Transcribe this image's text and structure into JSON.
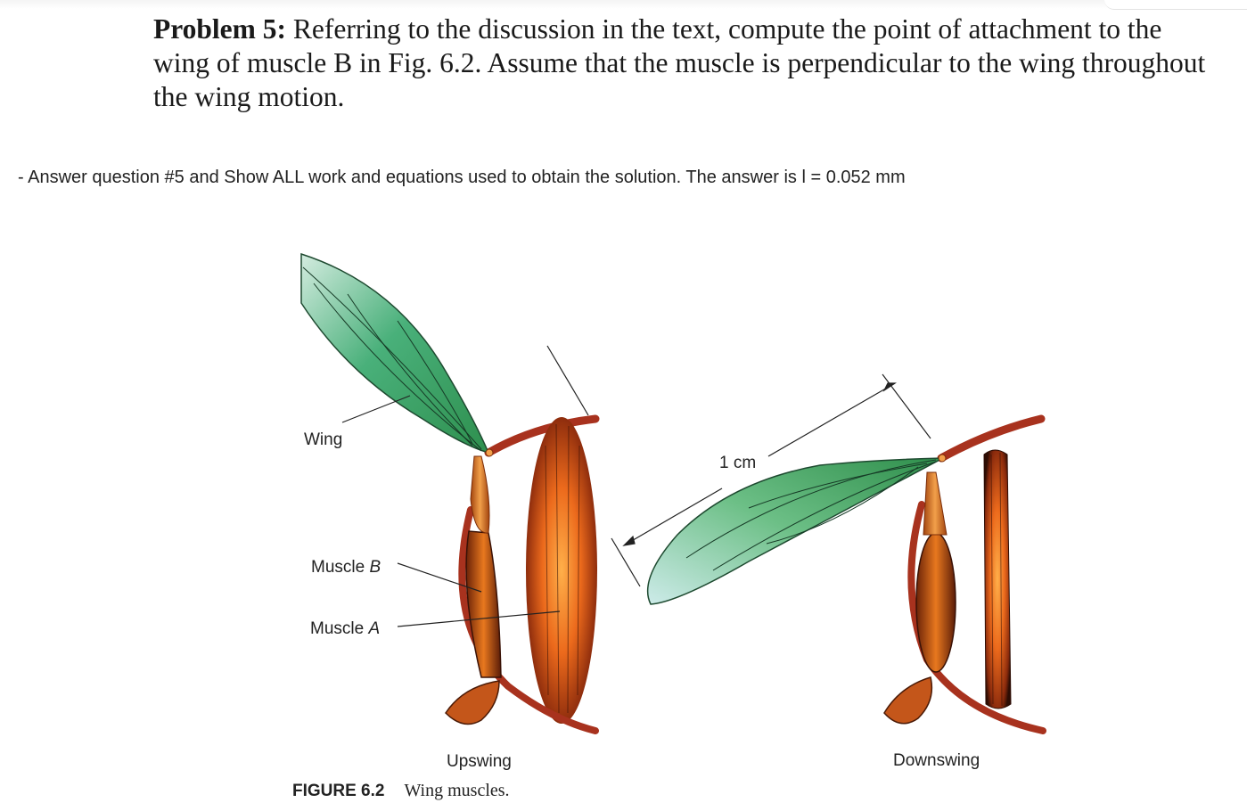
{
  "problem": {
    "label": "Problem 5:",
    "text": " Referring to the discussion in the text, compute the point of attachment to the wing of muscle B in Fig. 6.2. Assume that the muscle is perpendicular to the wing throughout the wing motion."
  },
  "note": "- Answer question #5 and Show ALL work and equations used to obtain the solution. The answer is l = 0.052 mm",
  "figure": {
    "labels": {
      "wing": "Wing",
      "muscle_b_prefix": "Muscle ",
      "muscle_b_letter": "B",
      "muscle_a_prefix": "Muscle ",
      "muscle_a_letter": "A",
      "scale": "1 cm",
      "upswing": "Upswing",
      "downswing": "Downswing"
    },
    "caption": {
      "number": "FIGURE 6.2",
      "title": "Wing muscles."
    },
    "colors": {
      "wing_green": "#3aa36a",
      "wing_light": "#d4ece0",
      "muscle_orange": "#e8621a",
      "muscle_dark": "#3a1206",
      "body_brown": "#a8321e"
    }
  }
}
